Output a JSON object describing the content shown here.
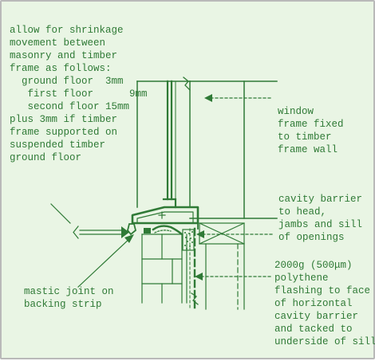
{
  "colors": {
    "background": "#e9f5e4",
    "line": "#2f7a36",
    "text": "#2f7a36",
    "border": "#b9b9b9"
  },
  "labels": {
    "shrinkage": "allow for shrinkage\nmovement between\nmasonry and timber\nframe as follows:\n  ground floor  3mm\n   first floor      9mm\n   second floor 15mm\nplus 3mm if timber\nframe supported on\nsuspended timber\nground floor",
    "window_frame": "window\nframe fixed\nto timber\nframe wall",
    "cavity_barrier": "cavity barrier\nto head,\njambs and sill\nof openings",
    "polythene": "2000g (500μm)\npolythene\nflashing to face\nof horizontal\ncavity barrier\nand tacked to\nunderside of sill",
    "mastic": "mastic joint on\nbacking strip"
  }
}
